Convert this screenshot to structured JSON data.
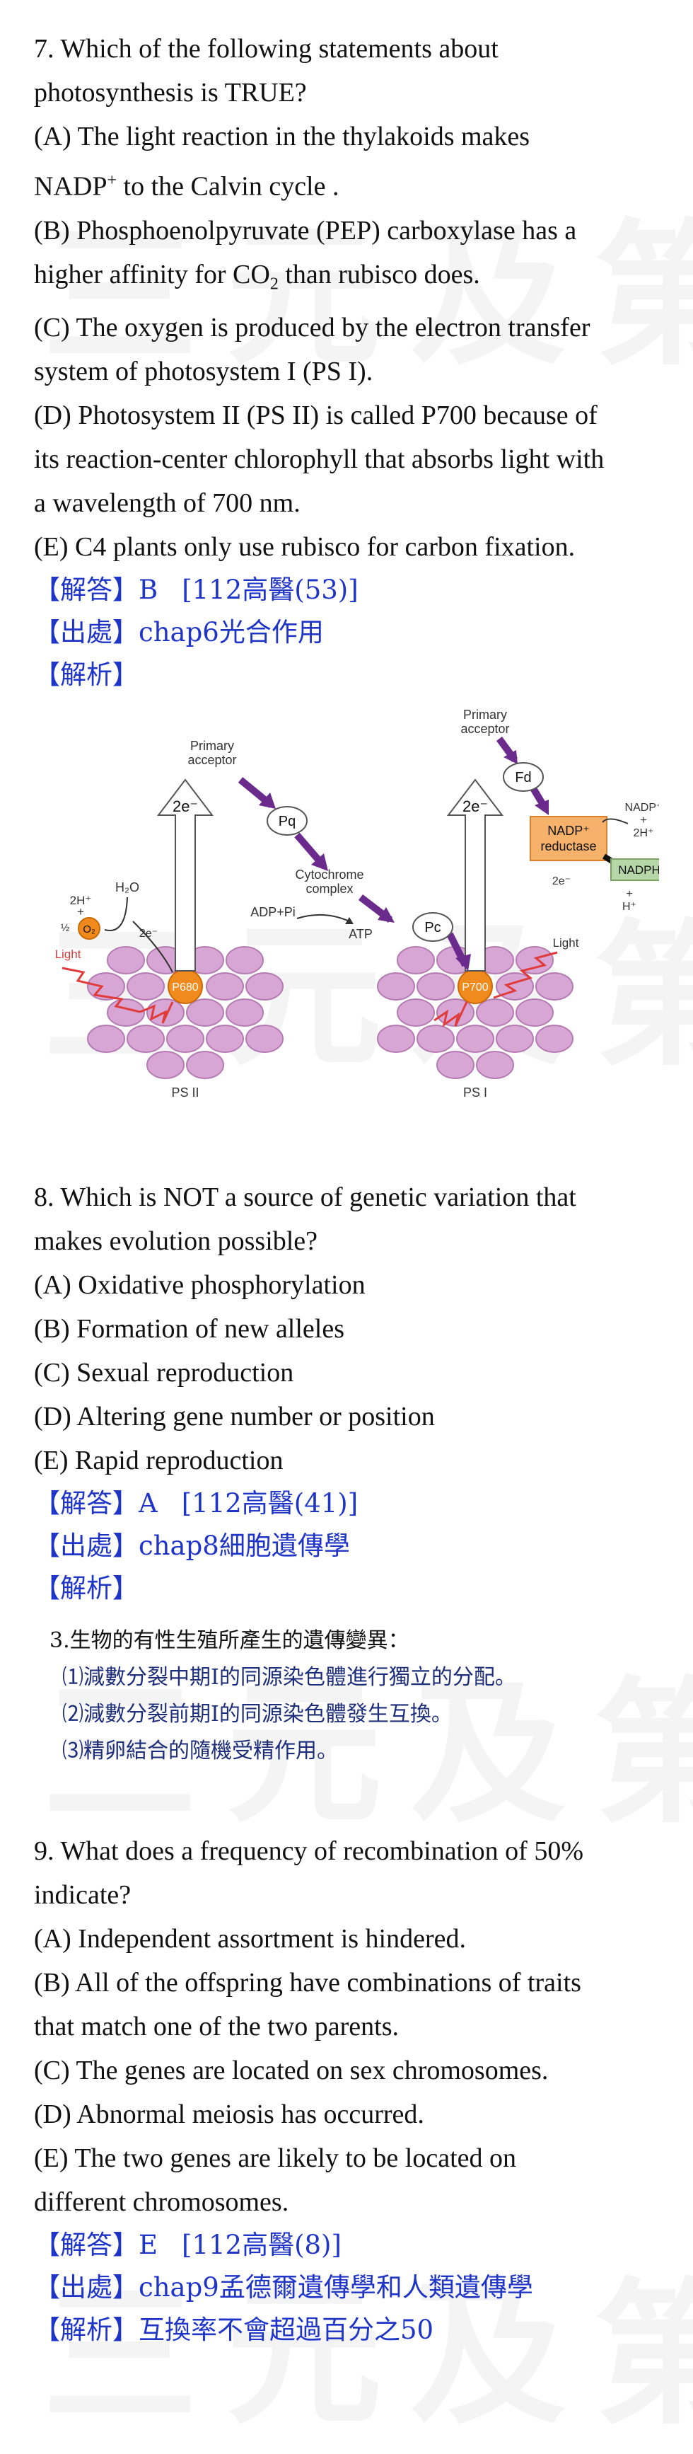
{
  "watermark": "三元及第",
  "q7": {
    "lines": [
      "7.   Which of the following statements about",
      "photosynthesis is TRUE?",
      "(A) The light reaction in the thylakoids makes",
      "(B) Phosphoenolpyruvate (PEP) carboxylase has a",
      "(C) The oxygen is produced by the electron transfer",
      "system of photosystem I (PS I).",
      "(D) Photosystem II (PS II) is called P700 because of",
      "its reaction-center chlorophyll that absorbs light with",
      "a wavelength of 700 nm.",
      "(E) C4 plants only use rubisco for carbon fixation."
    ],
    "nadp_text": "NADP",
    "nadp_sup": "+",
    "nadp_rest": " to the Calvin cycle .",
    "affinity_text": "higher affinity for CO",
    "affinity_sub": "2",
    "affinity_rest": " than rubisco does.",
    "answer_label": "【解答】",
    "answer": "B",
    "answer_tag": "[112高醫(53)]",
    "source_label": "【出處】",
    "source": "chap6光合作用",
    "analysis_label": "【解析】",
    "figure": {
      "primary_acceptor_left": "Primary",
      "primary_acceptor_left2": "acceptor",
      "primary_acceptor_right": "Primary",
      "primary_acceptor_right2": "acceptor",
      "e_left": "2e⁻",
      "e_right": "2e⁻",
      "pq": "Pq",
      "fd": "Fd",
      "pc": "Pc",
      "cyto1": "Cytochrome",
      "cyto2": "complex",
      "adp": "ADP+Pi",
      "atp": "ATP",
      "nadp_r1": "NADP⁺",
      "nadp_r2": "reductase",
      "nadp_plus": "NADP⁺",
      "plus1": "+",
      "twoh_right": "2H⁺",
      "nadph": "NADPH",
      "e_small_right": "2e⁻",
      "h_plus": "H⁺",
      "plus2": "+",
      "twoh_left": "2H⁺",
      "plus3": "+",
      "half_o2": "½",
      "o2": "O₂",
      "h2o": "H₂O",
      "e_small_left": "2e⁻",
      "light_left": "Light",
      "light_right": "Light",
      "p680": "P680",
      "p700": "P700",
      "ps2": "PS II",
      "ps1": "PS I"
    }
  },
  "q8": {
    "lines": [
      "8. Which is NOT a source of genetic variation that",
      "makes evolution possible?",
      "(A) Oxidative phosphorylation",
      "(B) Formation of new alleles",
      "(C) Sexual reproduction",
      "(D) Altering gene number or position",
      "(E) Rapid reproduction"
    ],
    "answer_label": "【解答】",
    "answer": "A",
    "answer_tag": "[112高醫(41)]",
    "source_label": "【出處】",
    "source": "chap8細胞遺傳學",
    "analysis_label": "【解析】",
    "note_head": "3.生物的有性生殖所產生的遺傳變異：",
    "note_items": [
      "⑴減數分裂中期Ⅰ的同源染色體進行獨立的分配。",
      "⑵減數分裂前期Ⅰ的同源染色體發生互換。",
      "⑶精卵結合的隨機受精作用。"
    ]
  },
  "q9": {
    "lines": [
      "9. What does a frequency of recombination of 50%",
      "indicate?",
      "(A) Independent assortment is hindered.",
      "(B) All of the offspring have combinations of traits",
      "that match one of the two parents.",
      "(C) The genes are located on sex chromosomes.",
      "(D) Abnormal meiosis has occurred.",
      "(E) The two genes are likely to be located on",
      "different chromosomes."
    ],
    "answer_label": "【解答】",
    "answer": "E",
    "answer_tag": "[112高醫(8)]",
    "source_label": "【出處】",
    "source": "chap9孟德爾遺傳學和人類遺傳學",
    "analysis_label": "【解析】",
    "analysis": "互換率不會超過百分之50"
  }
}
